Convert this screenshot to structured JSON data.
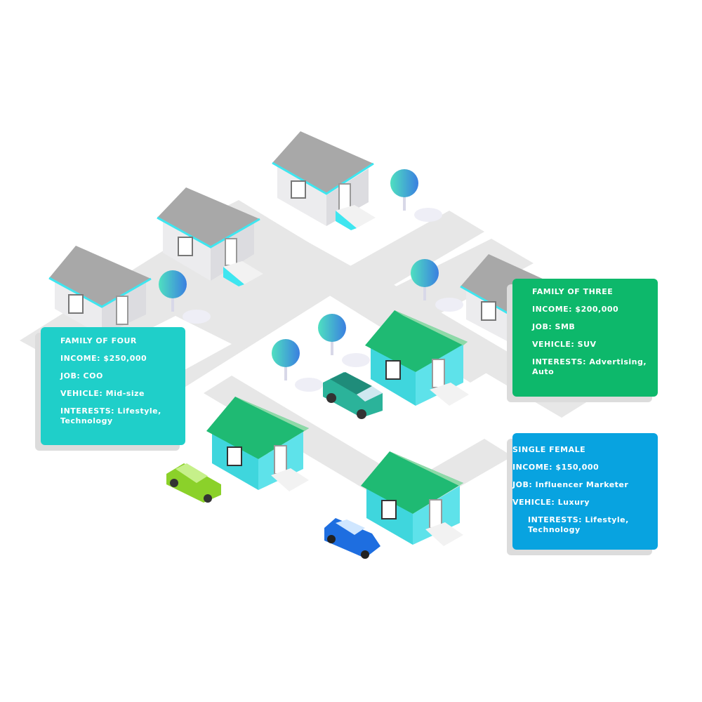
{
  "cards": {
    "family_four": {
      "title": "FAMILY OF FOUR",
      "income": "INCOME: $250,000",
      "job": "JOB: COO",
      "vehicle": "VEHICLE: Mid-size",
      "interests_1": "INTERESTS: Lifestyle,",
      "interests_2": "Technology",
      "color": "#1fcfc9"
    },
    "family_three": {
      "title": "FAMILY OF THREE",
      "income": "INCOME: $200,000",
      "job": "JOB: SMB",
      "vehicle": "VEHICLE: SUV",
      "interests_1": "INTERESTS: Advertising,",
      "interests_2": "Auto",
      "color": "#0db86b"
    },
    "single_female": {
      "title": "SINGLE FEMALE",
      "income": "INCOME: $150,000",
      "job": "JOB: Influencer Marketer",
      "vehicle": "VEHICLE: Luxury",
      "interests_1": "INTERESTS: Lifestyle,",
      "interests_2": "Technology",
      "color": "#08a3e0"
    }
  },
  "colors": {
    "road": "#e6e6e6",
    "gray_roof": "#a6a6a6",
    "gray_wall": "#e8e8ea",
    "green_roof": "#1fba73",
    "teal_wall": "#3fd6dd",
    "trim": "#3ee6f0"
  },
  "icons": [
    "house-icon",
    "tree-icon",
    "car-icon",
    "suv-icon",
    "sports-car-icon"
  ]
}
